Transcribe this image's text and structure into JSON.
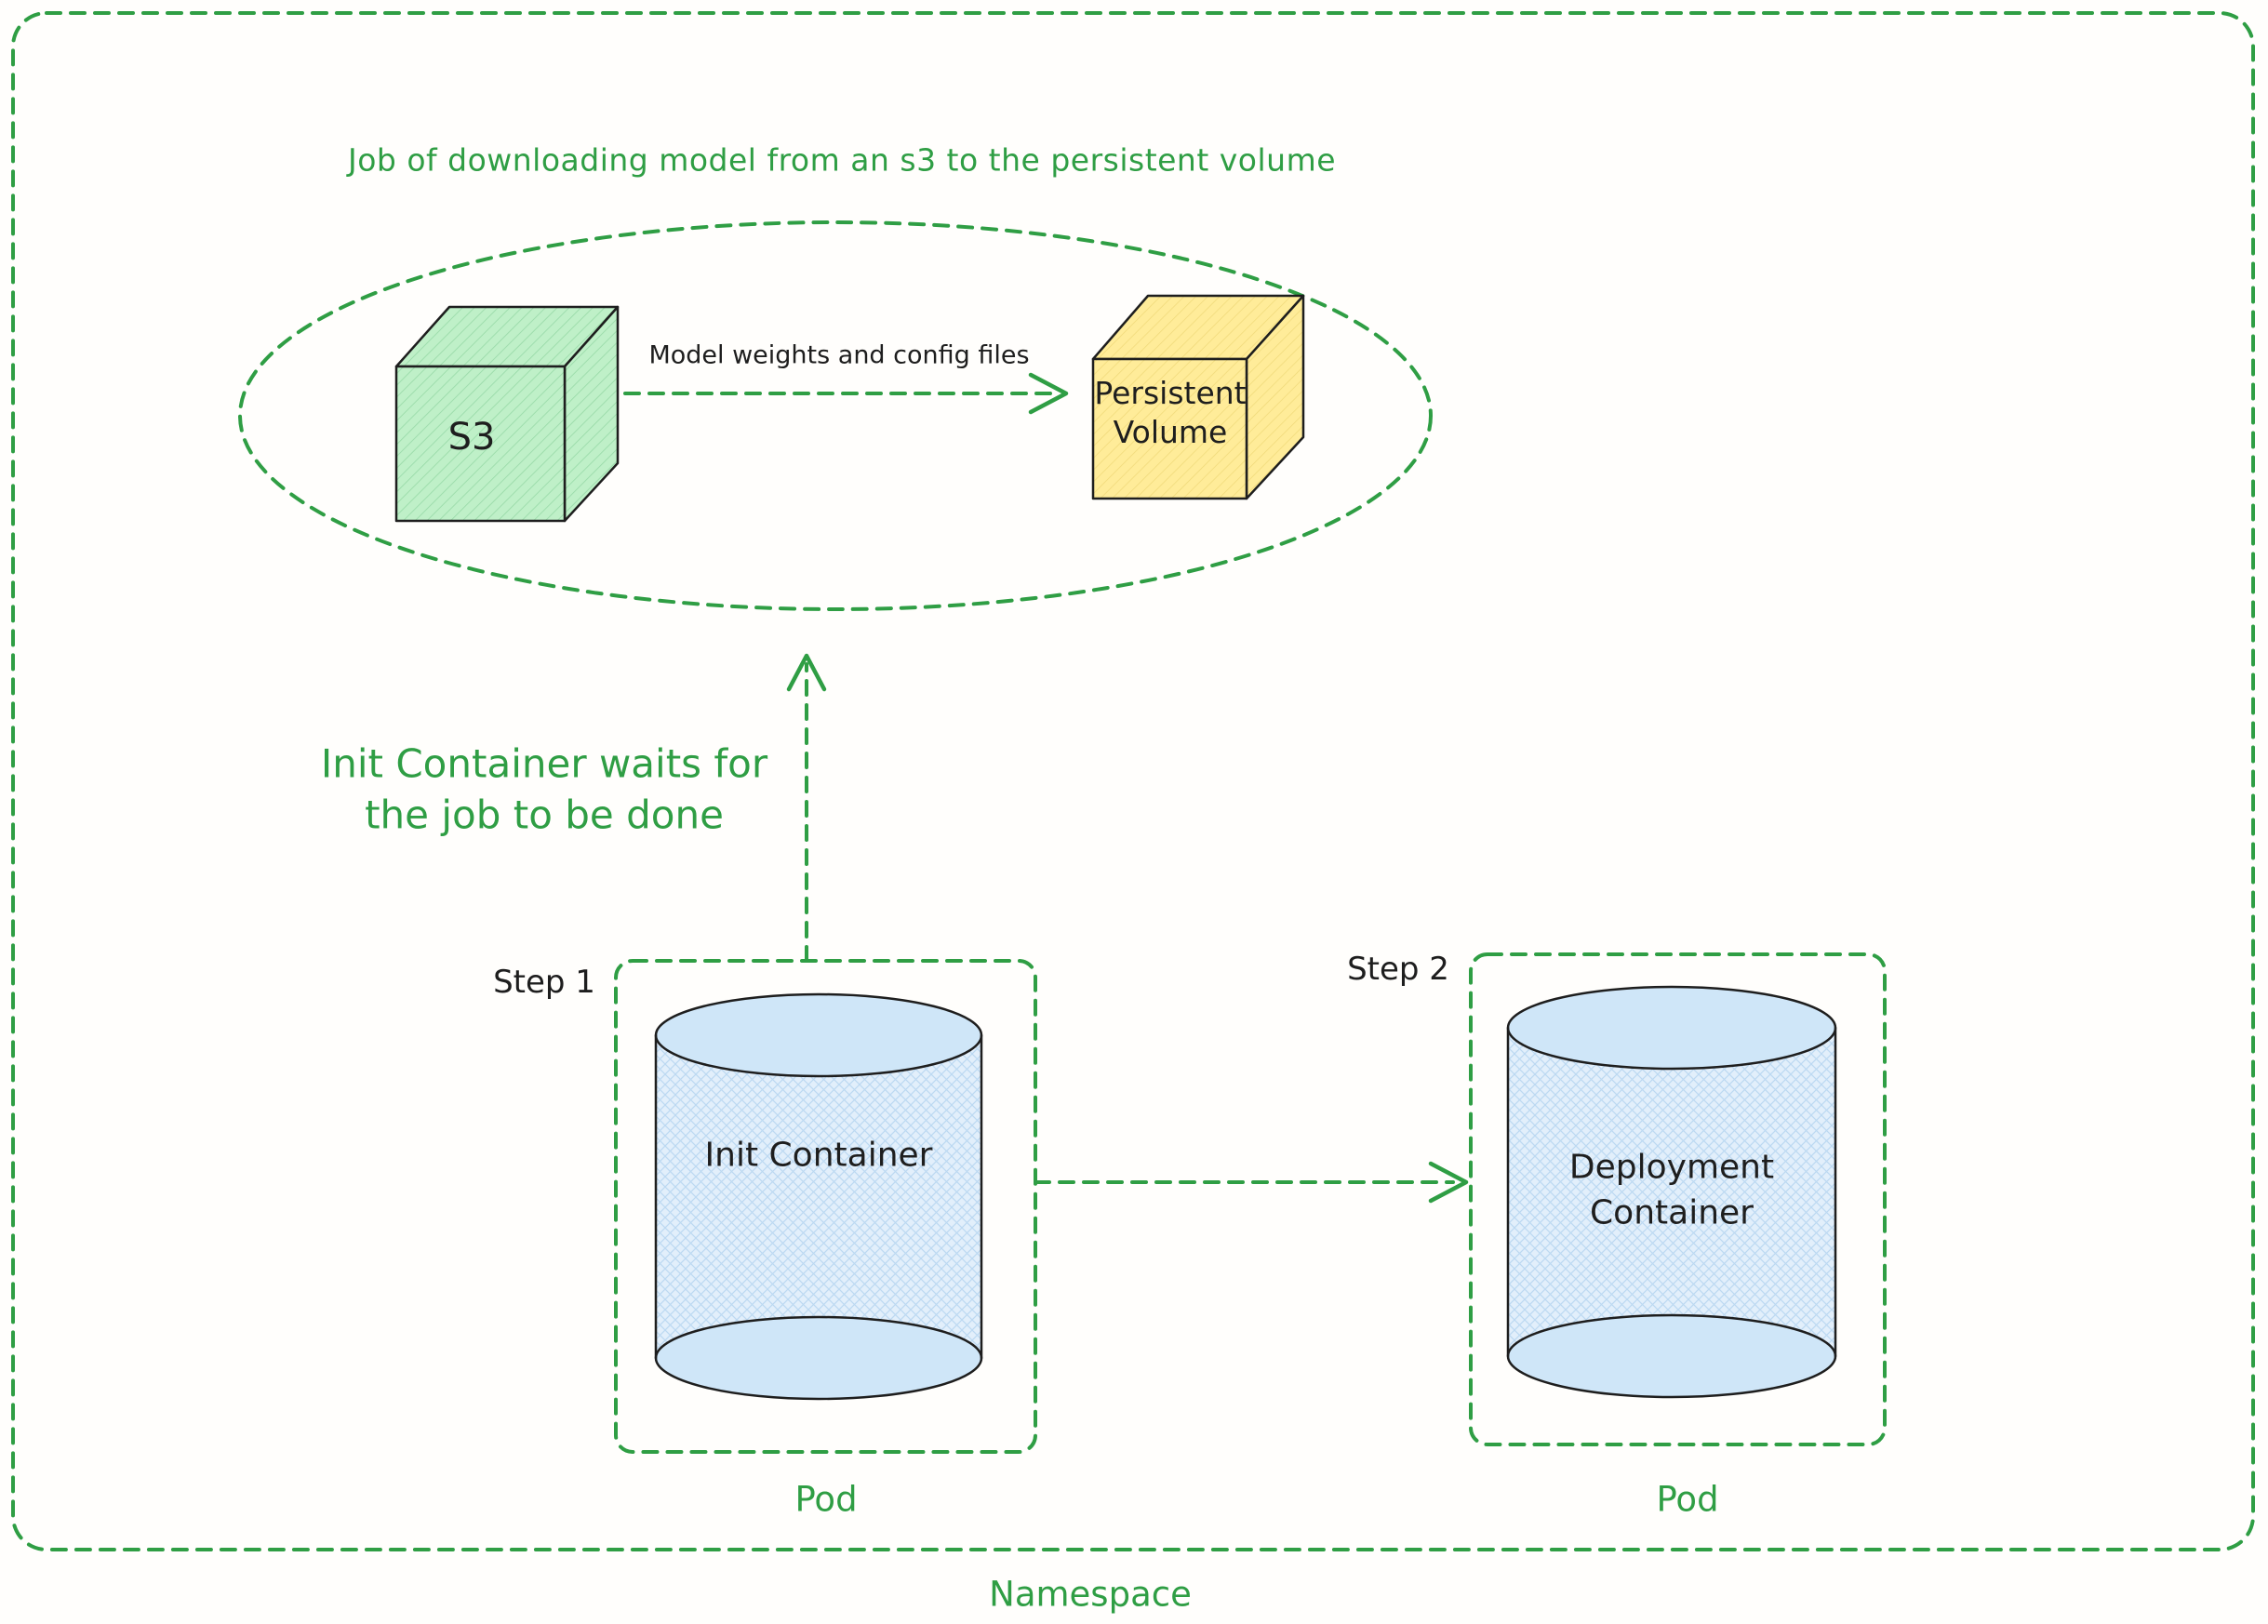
{
  "colors": {
    "accent_green": "#2f9e44",
    "ink": "#1e1e1e",
    "s3_fill": "#bff0c8",
    "persistent_volume_fill": "#ffec99",
    "container_fill": "#d9ebfb"
  },
  "namespace": {
    "label": "Namespace"
  },
  "job": {
    "caption": "Job of downloading model from an s3 to the persistent volume",
    "s3_label": "S3",
    "arrow_label": "Model weights and config files",
    "persistent_volume_label": [
      "Persistent",
      "Volume"
    ]
  },
  "wait_note": [
    "Init Container waits for",
    "the job to be done"
  ],
  "pod1": {
    "step_label": "Step 1",
    "container_label": "Init Container",
    "pod_label": "Pod"
  },
  "pod2": {
    "step_label": "Step 2",
    "container_label": [
      "Deployment",
      "Container"
    ],
    "pod_label": "Pod"
  }
}
